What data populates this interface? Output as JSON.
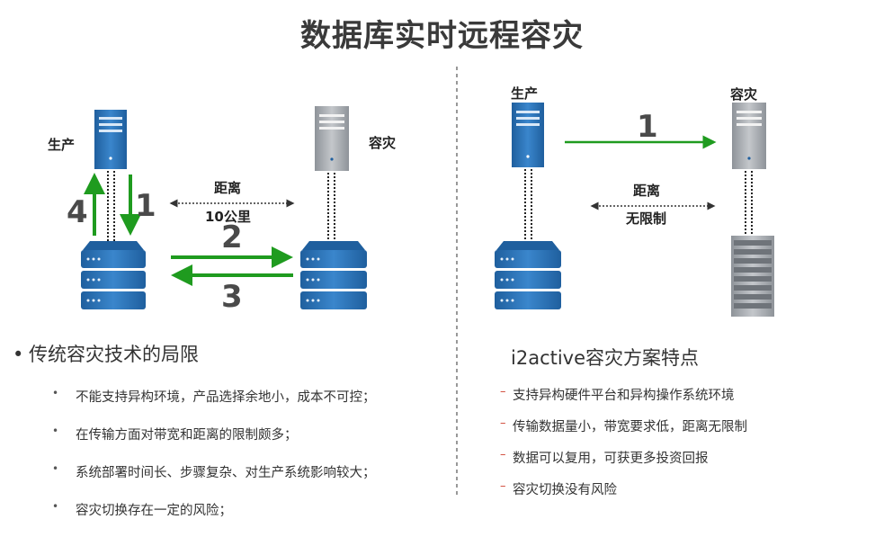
{
  "title": "数据库实时远程容灾",
  "left": {
    "production_label": "生产",
    "disaster_label": "容灾",
    "distance_label": "距离",
    "distance_value": "10公里",
    "steps": [
      "1",
      "2",
      "3",
      "4"
    ],
    "heading": "传统容灾技术的局限",
    "bullets": [
      "不能支持异构环境，产品选择余地小，成本不可控；",
      "在传输方面对带宽和距离的限制颇多；",
      "系统部署时间长、步骤复杂、对生产系统影响较大；",
      "容灾切换存在一定的风险；"
    ]
  },
  "right": {
    "production_label": "生产",
    "disaster_label": "容灾",
    "step": "1",
    "distance_label": "距离",
    "distance_value": "无限制",
    "heading": "i2active容灾方案特点",
    "bullets": [
      "支持异构硬件平台和异构操作系统环境",
      "传输数据量小，带宽要求低，距离无限制",
      "数据可以复用，可获更多投资回报",
      "容灾切换没有风险"
    ]
  },
  "colors": {
    "server_blue": "#2a73b8",
    "server_gray": "#a9adb3",
    "arrow_green": "#1f9b1f",
    "divider": "#555555"
  }
}
